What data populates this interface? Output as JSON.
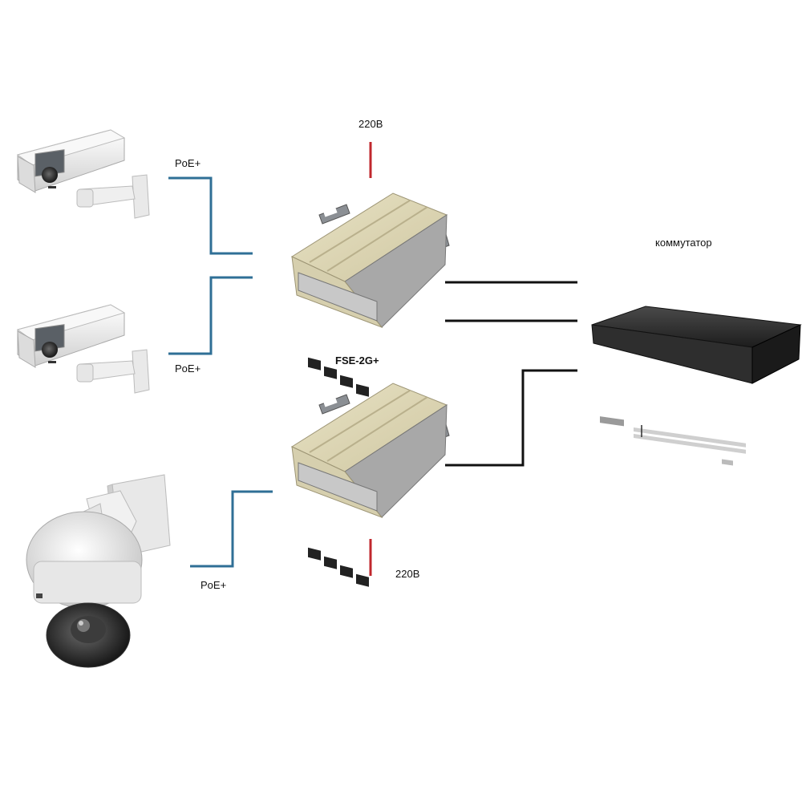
{
  "labels": {
    "poe_camera_1": "PoE+",
    "poe_camera_2": "PoE+",
    "poe_camera_3": "PoE+",
    "power_top": "220В",
    "power_bottom": "220В",
    "injector_model": "FSE-2G+",
    "switch_label": "коммутатор"
  },
  "colors": {
    "poe_line": "#2f6f96",
    "power_line": "#c0272d",
    "uplink_line": "#111111",
    "injector_body": "#d9d2b0",
    "switch_body": "#2a2a2a"
  },
  "icons": {
    "camera_1": "box-camera-icon",
    "camera_2": "box-camera-icon",
    "camera_3": "ptz-dome-camera-icon",
    "injector_1": "poe-injector-icon",
    "injector_2": "poe-injector-icon",
    "switch": "network-switch-icon"
  }
}
